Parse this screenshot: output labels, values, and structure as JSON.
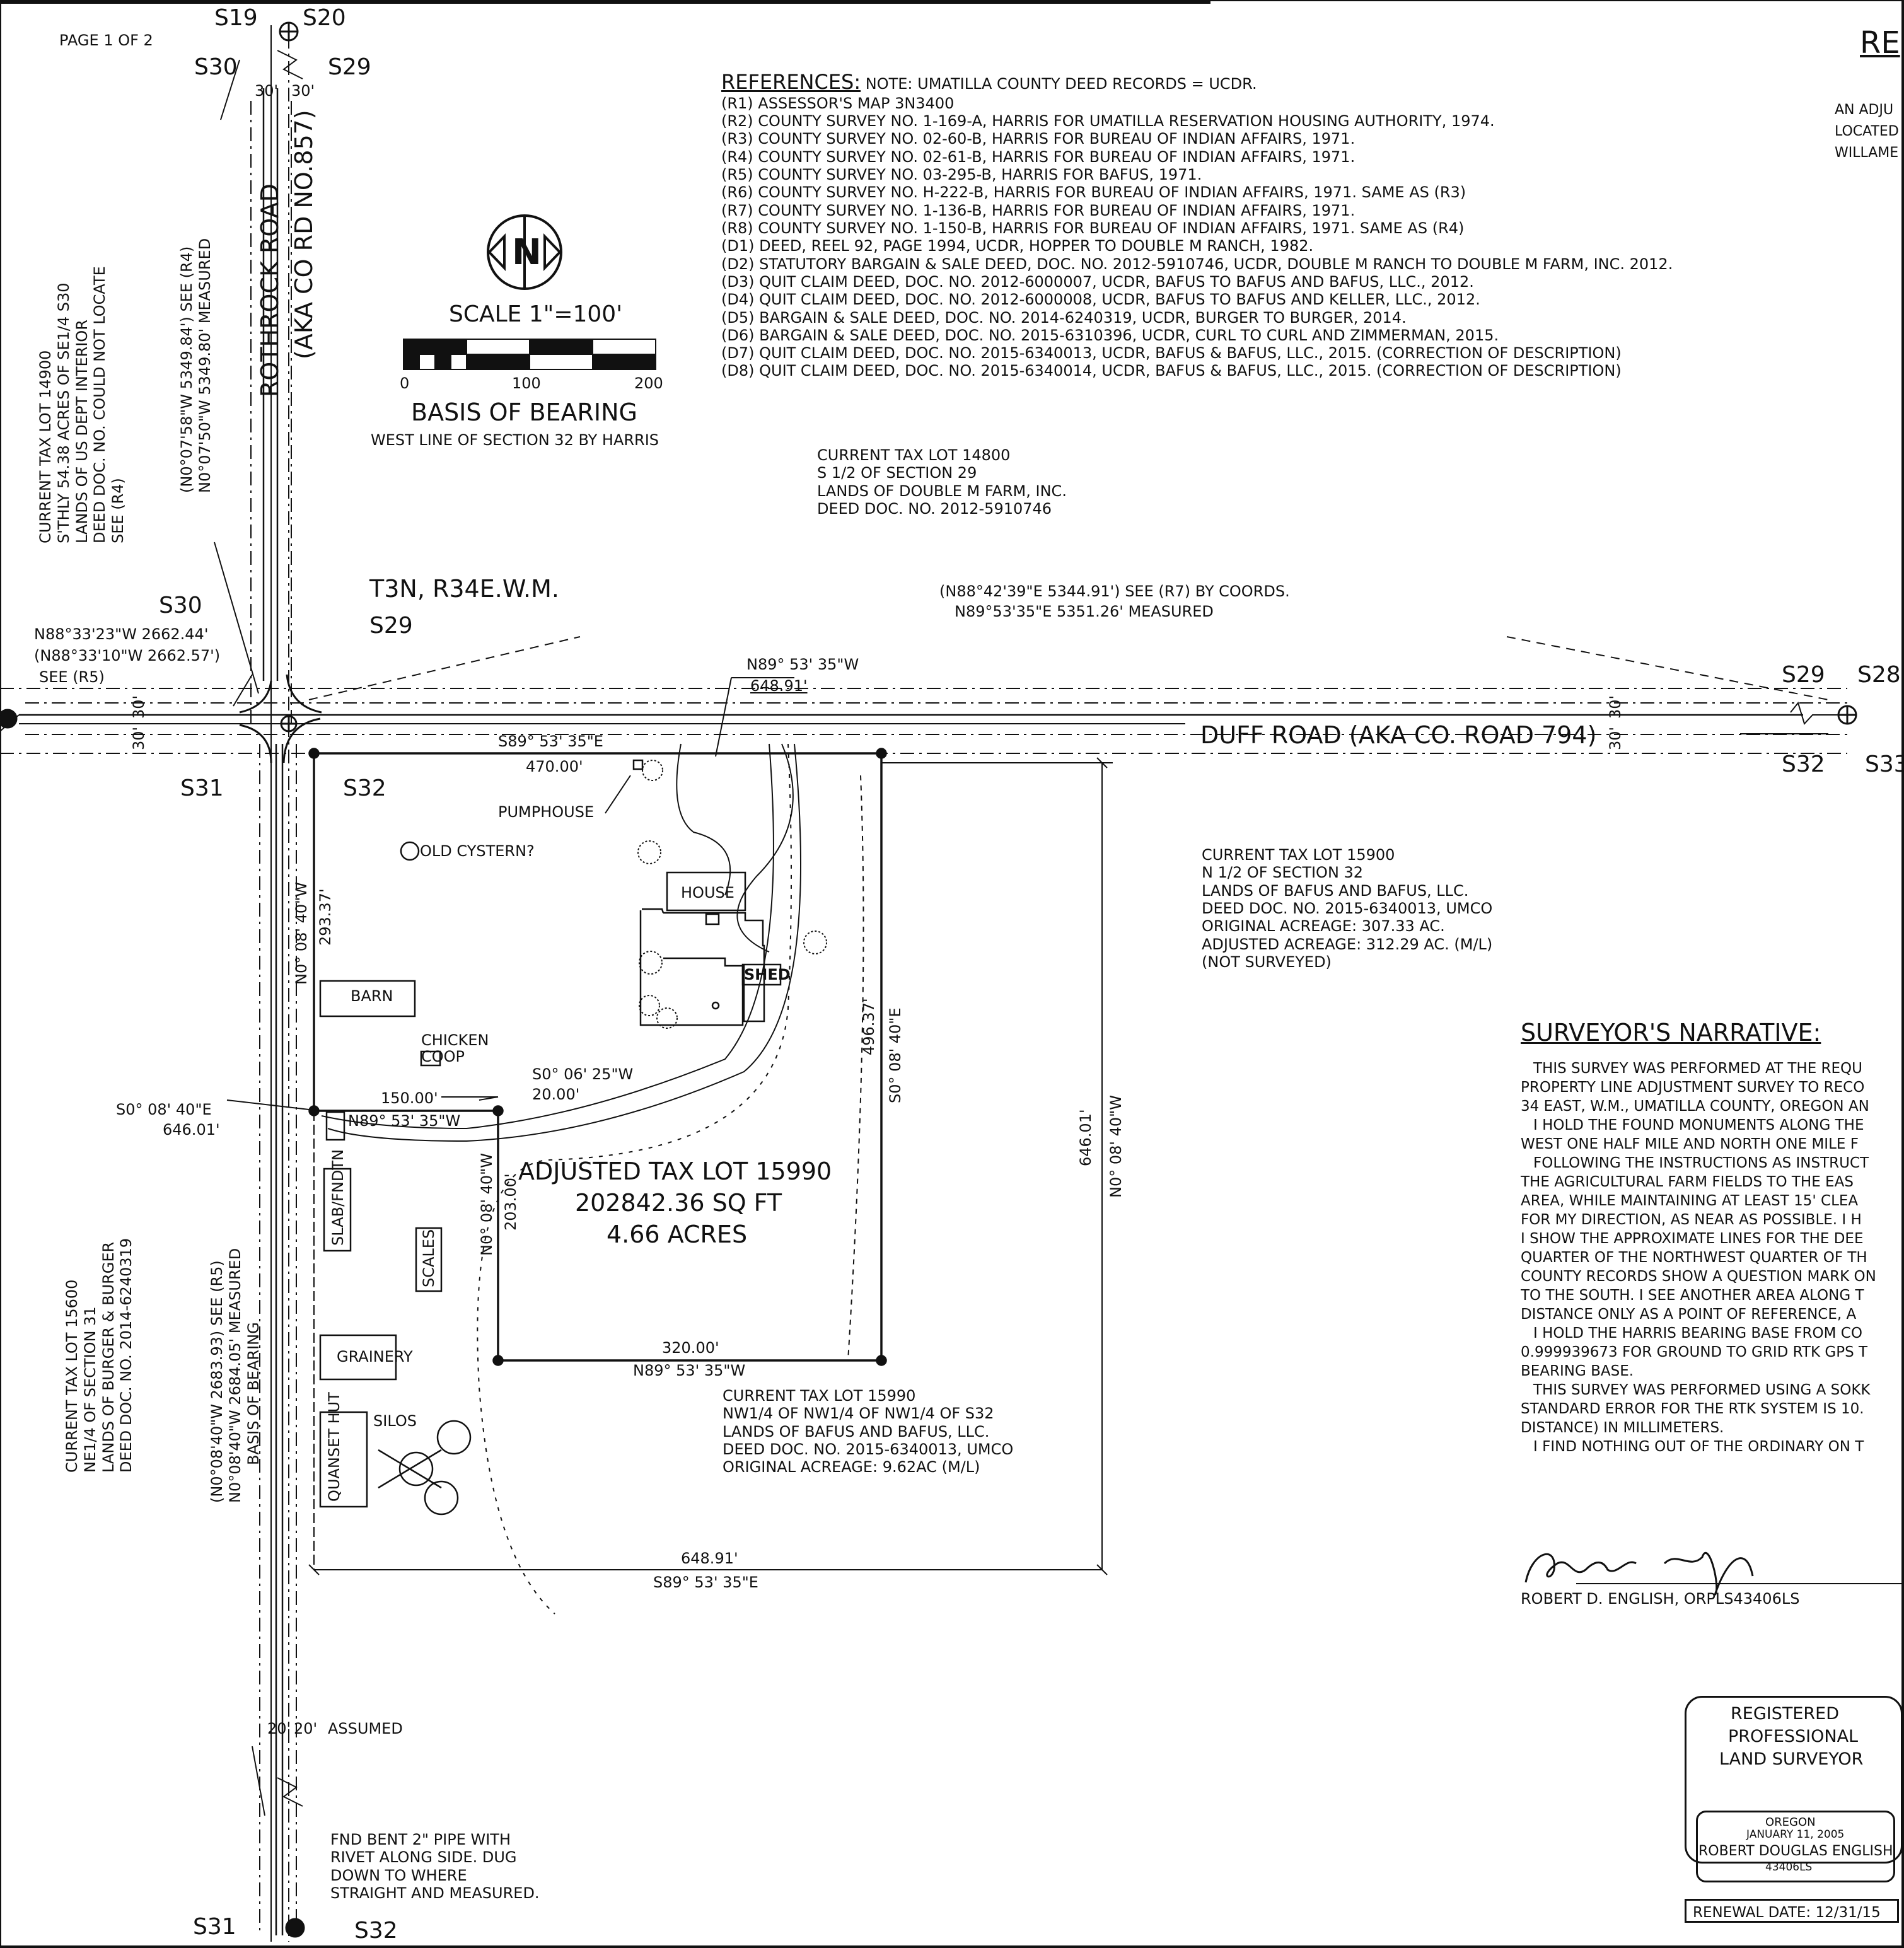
{
  "page_label": "PAGE 1 OF 2",
  "title_fragment": "RE",
  "title_lines": [
    "AN ADJU",
    "LOCATED",
    "WILLAME"
  ],
  "section_labels": {
    "s19_top": "S19",
    "s20_top": "S20",
    "s30_top": "S30",
    "s29_top": "S29",
    "s30_mid": "S30",
    "s29_mid": "S29",
    "s31_mid": "S31",
    "s32_mid": "S32",
    "s29_right": "S29",
    "s28_right": "S28",
    "s32_right": "S32",
    "s33_right": "S33",
    "s31_bottom": "S31",
    "s32_bottom": "S32"
  },
  "township": "T3N, R34E.W.M.",
  "north_symbol": "N",
  "scale": {
    "label": "SCALE 1\"=100'",
    "ticks": [
      "0",
      "100",
      "200"
    ]
  },
  "basis": {
    "title": "BASIS OF BEARING",
    "subtitle": "WEST LINE OF SECTION 32 BY HARRIS"
  },
  "references": {
    "heading": "REFERENCES:",
    "note": "NOTE: UMATILLA COUNTY DEED RECORDS = UCDR.",
    "items": [
      "(R1) ASSESSOR'S MAP 3N3400",
      "(R2) COUNTY SURVEY NO. 1-169-A, HARRIS FOR UMATILLA RESERVATION HOUSING AUTHORITY, 1974.",
      "(R3) COUNTY SURVEY NO. 02-60-B, HARRIS FOR BUREAU OF INDIAN AFFAIRS, 1971.",
      "(R4) COUNTY SURVEY NO. 02-61-B, HARRIS FOR BUREAU OF INDIAN AFFAIRS, 1971.",
      "(R5) COUNTY SURVEY NO. 03-295-B, HARRIS FOR BAFUS, 1971.",
      "(R6) COUNTY SURVEY NO. H-222-B, HARRIS FOR BUREAU OF INDIAN AFFAIRS, 1971. SAME AS (R3)",
      "(R7) COUNTY SURVEY NO. 1-136-B, HARRIS FOR BUREAU OF INDIAN AFFAIRS, 1971.",
      "(R8) COUNTY SURVEY NO. 1-150-B, HARRIS FOR BUREAU OF INDIAN AFFAIRS, 1971. SAME AS (R4)",
      "(D1) DEED, REEL 92, PAGE 1994, UCDR, HOPPER TO DOUBLE M RANCH, 1982.",
      "(D2) STATUTORY BARGAIN & SALE DEED, DOC. NO. 2012-5910746, UCDR, DOUBLE M RANCH TO DOUBLE M FARM, INC. 2012.",
      "(D3) QUIT CLAIM DEED, DOC. NO. 2012-6000007, UCDR, BAFUS TO BAFUS AND BAFUS, LLC., 2012.",
      "(D4) QUIT CLAIM DEED, DOC. NO. 2012-6000008, UCDR, BAFUS TO BAFUS AND KELLER, LLC., 2012.",
      "(D5) BARGAIN & SALE DEED, DOC. NO. 2014-6240319, UCDR, BURGER TO BURGER, 2014.",
      "(D6) BARGAIN & SALE DEED, DOC. NO. 2015-6310396, UCDR, CURL TO CURL AND ZIMMERMAN, 2015.",
      "(D7) QUIT CLAIM DEED, DOC. NO. 2015-6340013, UCDR, BAFUS & BAFUS, LLC., 2015. (CORRECTION OF DESCRIPTION)",
      "(D8) QUIT CLAIM DEED, DOC. NO. 2015-6340014, UCDR, BAFUS & BAFUS, LLC., 2015. (CORRECTION OF DESCRIPTION)"
    ]
  },
  "tax_lot_14800": [
    "CURRENT TAX LOT 14800",
    "S 1/2 OF SECTION 29",
    "LANDS OF DOUBLE M FARM, INC.",
    "DEED DOC. NO. 2012-5910746"
  ],
  "tax_lot_14900": [
    "CURRENT TAX LOT 14900",
    "S'THLY 54.38 ACRES OF SE1/4 S30",
    "LANDS OF US DEPT INTERIOR",
    "DEED DOC. NO. COULD NOT LOCATE",
    "SEE (R4)"
  ],
  "tax_lot_15900": [
    "CURRENT TAX LOT 15900",
    "N 1/2 OF SECTION 32",
    "LANDS OF BAFUS AND BAFUS, LLC.",
    "DEED DOC. NO. 2015-6340013, UMCO",
    "ORIGINAL ACREAGE: 307.33 AC.",
    "ADJUSTED ACREAGE: 312.29 AC. (M/L)",
    "(NOT SURVEYED)"
  ],
  "tax_lot_15990": [
    "CURRENT TAX LOT 15990",
    "NW1/4 OF NW1/4 OF NW1/4 OF S32",
    "LANDS OF BAFUS AND BAFUS, LLC.",
    "DEED DOC. NO. 2015-6340013, UMCO",
    "ORIGINAL ACREAGE: 9.62AC (M/L)"
  ],
  "tax_lot_15600": [
    "CURRENT TAX LOT 15600",
    "NE1/4 OF SECTION 31",
    "LANDS OF BURGER & BURGER",
    "DEED DOC. NO. 2014-6240319"
  ],
  "adjusted_lot": {
    "name": "ADJUSTED TAX LOT 15990",
    "area_sqft": "202842.36 SQ FT",
    "acres": "4.66 ACRES"
  },
  "roads": {
    "rothrock": "ROTHROCK ROAD",
    "rothrock_aka": "(AKA CO RD NO.857)",
    "duff": "DUFF ROAD (AKA CO. ROAD 794)"
  },
  "bearings": {
    "section_line_top": "(N88°42'39\"E 5344.91') SEE (R7) BY COORDS.",
    "section_line_measured": "N89°53'35\"E 5351.26' MEASURED",
    "s30_line_1": "N88°33'23\"W 2662.44'",
    "s30_line_2": "(N88°33'10\"W 2662.57')",
    "s30_line_3": "SEE (R5)",
    "north_rec": "N89° 53' 35\"W",
    "north_rec_dist": "648.91'",
    "north_line": "S89° 53' 35\"E",
    "north_line_dist": "470.00'",
    "west_line": "N0° 08' 40\"W",
    "west_line_dist": "293.37'",
    "east_line": "S0° 08' 40\"E",
    "east_line_dist": "496.37'",
    "inner_north": "N89° 53' 35\"W",
    "inner_north_dist": "150.00'",
    "jog": "S0° 06' 25\"W",
    "jog_dist": "20.00'",
    "inner_west": "N0° 08' 40\"W",
    "inner_west_dist": "203.00'",
    "inner_south": "N89° 53' 35\"W",
    "inner_south_dist": "320.00'",
    "south_line": "S89° 53' 35\"E",
    "south_line_dist": "648.91'",
    "east_full": "N0° 08' 40\"W",
    "east_full_dist": "646.01'",
    "west_callout": "S0° 08' 40\"E",
    "west_callout_dist": "646.01'",
    "sec_west_r4": "(N0°07'58\"W 5349.84') SEE (R4)",
    "sec_west_measured": "N0°07'50\"W 5349.80' MEASURED",
    "sec32_west_r5": "(N0°08'40\"W 2683.93) SEE (R5)",
    "sec32_west_measured": "N0°08'40\"W 2684.05' MEASURED",
    "sec32_west_basis": "BASIS OF BEARING"
  },
  "structures": {
    "pumphouse": "PUMPHOUSE",
    "cistern": "OLD CYSTERN?",
    "house": "HOUSE",
    "shed": "SHED",
    "barn": "BARN",
    "chicken_coop_1": "CHICKEN",
    "chicken_coop_2": "COOP",
    "slab": "SLAB/FNDTN",
    "scales": "SCALES",
    "grainery": "GRAINERY",
    "silos": "SILOS",
    "quanset": "QUANSET HUT"
  },
  "widths": {
    "top_a": "30'",
    "top_b": "30'",
    "duff_a": "30'",
    "duff_b": "30'",
    "left_a": "30'",
    "left_b": "30'",
    "bottom_a": "20'",
    "bottom_b": "20'",
    "assumed": "ASSUMED"
  },
  "found_monument": [
    "FND BENT 2\" PIPE WITH",
    "RIVET ALONG SIDE. DUG",
    "DOWN TO WHERE",
    "STRAIGHT AND MEASURED."
  ],
  "narrative": {
    "heading": "SURVEYOR'S NARRATIVE:",
    "lines": [
      "THIS SURVEY WAS PERFORMED AT THE REQU",
      "PROPERTY LINE ADJUSTMENT SURVEY TO RECO",
      "34 EAST, W.M., UMATILLA COUNTY, OREGON AN",
      "I HOLD THE FOUND MONUMENTS ALONG THE",
      "WEST ONE HALF MILE AND NORTH ONE MILE F",
      "FOLLOWING THE INSTRUCTIONS AS INSTRUCT",
      "THE AGRICULTURAL FARM FIELDS TO THE EAS",
      "AREA, WHILE MAINTAINING AT LEAST 15' CLEA",
      "FOR MY DIRECTION, AS NEAR AS POSSIBLE. I H",
      "I SHOW THE APPROXIMATE LINES FOR THE DEE",
      "QUARTER OF THE NORTHWEST QUARTER OF TH",
      "COUNTY RECORDS SHOW A QUESTION MARK ON",
      "TO THE SOUTH. I SEE ANOTHER AREA ALONG T",
      "DISTANCE ONLY AS A POINT OF REFERENCE, A",
      "I HOLD THE HARRIS BEARING BASE FROM CO",
      "0.999939673 FOR GROUND TO GRID RTK GPS T",
      "BEARING BASE.",
      "THIS SURVEY WAS PERFORMED USING A SOKK",
      "STANDARD ERROR FOR THE RTK SYSTEM IS 10.",
      "DISTANCE) IN MILLIMETERS.",
      "I FIND NOTHING OUT OF THE ORDINARY ON T"
    ]
  },
  "signature": "Robert D. English",
  "surveyor_line": "ROBERT D. ENGLISH, ORPLS43406LS",
  "seal": {
    "line1": "REGISTERED",
    "line2": "PROFESSIONAL",
    "line3": "LAND SURVEYOR",
    "state": "OREGON",
    "date": "JANUARY 11, 2005",
    "name": "ROBERT DOUGLAS ENGLISH",
    "number": "43406LS"
  },
  "renewal": "RENEWAL DATE: 12/31/15"
}
